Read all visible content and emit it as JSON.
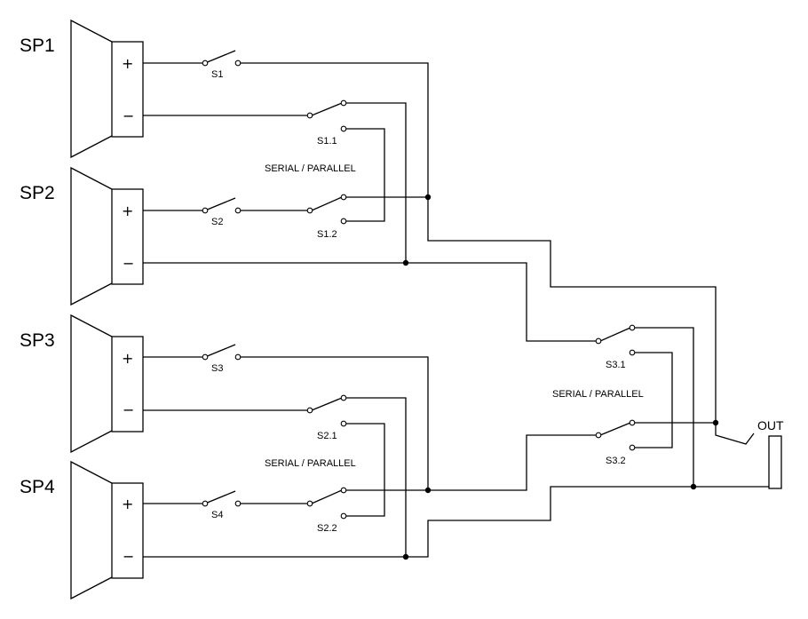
{
  "speakers": [
    {
      "label": "SP1",
      "plus": "+",
      "minus": "−"
    },
    {
      "label": "SP2",
      "plus": "+",
      "minus": "−"
    },
    {
      "label": "SP3",
      "plus": "+",
      "minus": "−"
    },
    {
      "label": "SP4",
      "plus": "+",
      "minus": "−"
    }
  ],
  "switches": {
    "s1": "S1",
    "s2": "S2",
    "s3": "S3",
    "s4": "S4",
    "s1_1": "S1.1",
    "s1_2": "S1.2",
    "s2_1": "S2.1",
    "s2_2": "S2.2",
    "s3_1": "S3.1",
    "s3_2": "S3.2"
  },
  "mode_labels": {
    "sp12": "SERIAL / PARALLEL",
    "sp34": "SERIAL / PARALLEL",
    "main": "SERIAL / PARALLEL"
  },
  "output": {
    "label": "OUT"
  }
}
